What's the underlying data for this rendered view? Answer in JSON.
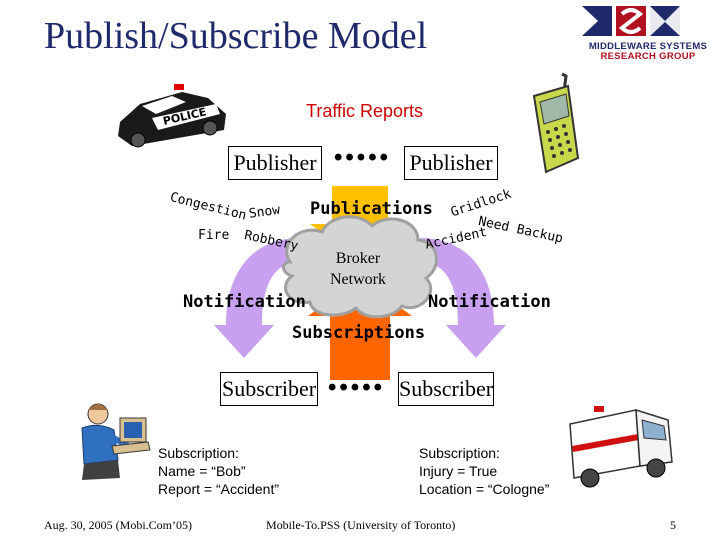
{
  "title": "Publish/Subscribe Model",
  "logo": {
    "line1": "MIDDLEWARE SYSTEMS",
    "line2": "RESEARCH GROUP"
  },
  "traffic_label": "Traffic Reports",
  "publisher_left": "Publisher",
  "publisher_right": "Publisher",
  "publisher_dots": "•••••",
  "publications": "Publications",
  "broker": {
    "line1": "Broker",
    "line2": "Network"
  },
  "notification_left": "Notification",
  "notification_right": "Notification",
  "subscriptions": "Subscriptions",
  "subscriber_left": "Subscriber",
  "subscriber_right": "Subscriber",
  "subscriber_dots": "•••••",
  "topics": {
    "congestion": "Congestion",
    "snow": "Snow",
    "fire": "Fire",
    "robbery": "Robbery",
    "gridlock": "Gridlock",
    "need_backup": "Need Backup",
    "accident": "Accident"
  },
  "subscription_bob": {
    "heading": "Subscription:",
    "line1": "Name = “Bob”",
    "line2": "Report = “Accident”"
  },
  "subscription_cologne": {
    "heading": "Subscription:",
    "line1": "Injury = True",
    "line2": "Location = “Cologne”"
  },
  "footer": {
    "date": "Aug. 30, 2005 (Mobi.Com’05)",
    "center": "Mobile-To.PSS (University of Toronto)",
    "page": "5"
  },
  "colors": {
    "title": "#1f2a6b",
    "traffic": "#cc0000",
    "publications_arrow": "#ffc000",
    "subscriptions_arrow": "#ff6600",
    "notification_arrow": "#c8a0f0",
    "cloud": "#d4d4d4"
  },
  "icons": [
    "police-car-icon",
    "cell-phone-icon",
    "user-at-computer-icon",
    "ambulance-icon",
    "logo-icon"
  ]
}
